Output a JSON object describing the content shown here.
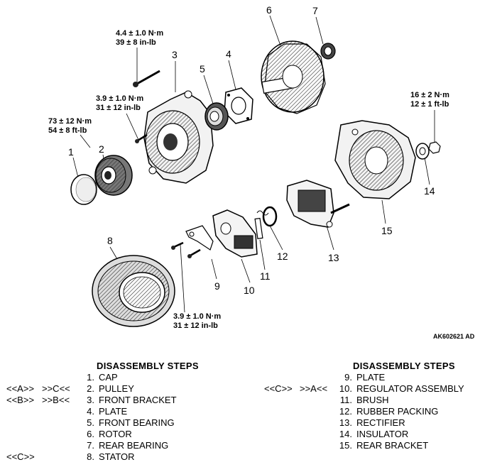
{
  "diagram": {
    "code": "AK602621 AD",
    "parts": [
      {
        "no": "1"
      },
      {
        "no": "2"
      },
      {
        "no": "3"
      },
      {
        "no": "4"
      },
      {
        "no": "5"
      },
      {
        "no": "6"
      },
      {
        "no": "7"
      },
      {
        "no": "8"
      },
      {
        "no": "9"
      },
      {
        "no": "10"
      },
      {
        "no": "11"
      },
      {
        "no": "12"
      },
      {
        "no": "13"
      },
      {
        "no": "14"
      },
      {
        "no": "15"
      }
    ],
    "torques": [
      {
        "nm": "4.4 ± 1.0 N·m",
        "imp": "39 ± 8 in-lb"
      },
      {
        "nm": "3.9 ± 1.0 N·m",
        "imp": "31 ± 12 in-lb"
      },
      {
        "nm": "73 ± 12 N·m",
        "imp": "54 ± 8 ft-lb"
      },
      {
        "nm": "16 ± 2 N·m",
        "imp": "12 ± 1 ft-lb"
      },
      {
        "nm": "3.9 ± 1.0 N·m",
        "imp": "31 ± 12 in-lb"
      }
    ]
  },
  "steps_left": {
    "title": "DISASSEMBLY STEPS",
    "items": [
      {
        "m1": "",
        "m2": "",
        "no": "1.",
        "name": "CAP"
      },
      {
        "m1": "<<A>>",
        "m2": ">>C<<",
        "no": "2.",
        "name": "PULLEY"
      },
      {
        "m1": "<<B>>",
        "m2": ">>B<<",
        "no": "3.",
        "name": "FRONT BRACKET"
      },
      {
        "m1": "",
        "m2": "",
        "no": "4.",
        "name": "PLATE"
      },
      {
        "m1": "",
        "m2": "",
        "no": "5.",
        "name": "FRONT BEARING"
      },
      {
        "m1": "",
        "m2": "",
        "no": "6.",
        "name": "ROTOR"
      },
      {
        "m1": "",
        "m2": "",
        "no": "7.",
        "name": "REAR BEARING"
      },
      {
        "m1": "<<C>>",
        "m2": "",
        "no": "8.",
        "name": "STATOR"
      }
    ]
  },
  "steps_right": {
    "title": "DISASSEMBLY STEPS",
    "items": [
      {
        "m1": "",
        "m2": "",
        "no": "9.",
        "name": "PLATE"
      },
      {
        "m1": "<<C>>",
        "m2": ">>A<<",
        "no": "10.",
        "name": "REGULATOR ASSEMBLY"
      },
      {
        "m1": "",
        "m2": "",
        "no": "11.",
        "name": "BRUSH"
      },
      {
        "m1": "",
        "m2": "",
        "no": "12.",
        "name": "RUBBER PACKING"
      },
      {
        "m1": "",
        "m2": "",
        "no": "13.",
        "name": "RECTIFIER"
      },
      {
        "m1": "",
        "m2": "",
        "no": "14.",
        "name": "INSULATOR"
      },
      {
        "m1": "",
        "m2": "",
        "no": "15.",
        "name": "REAR BRACKET"
      }
    ]
  }
}
